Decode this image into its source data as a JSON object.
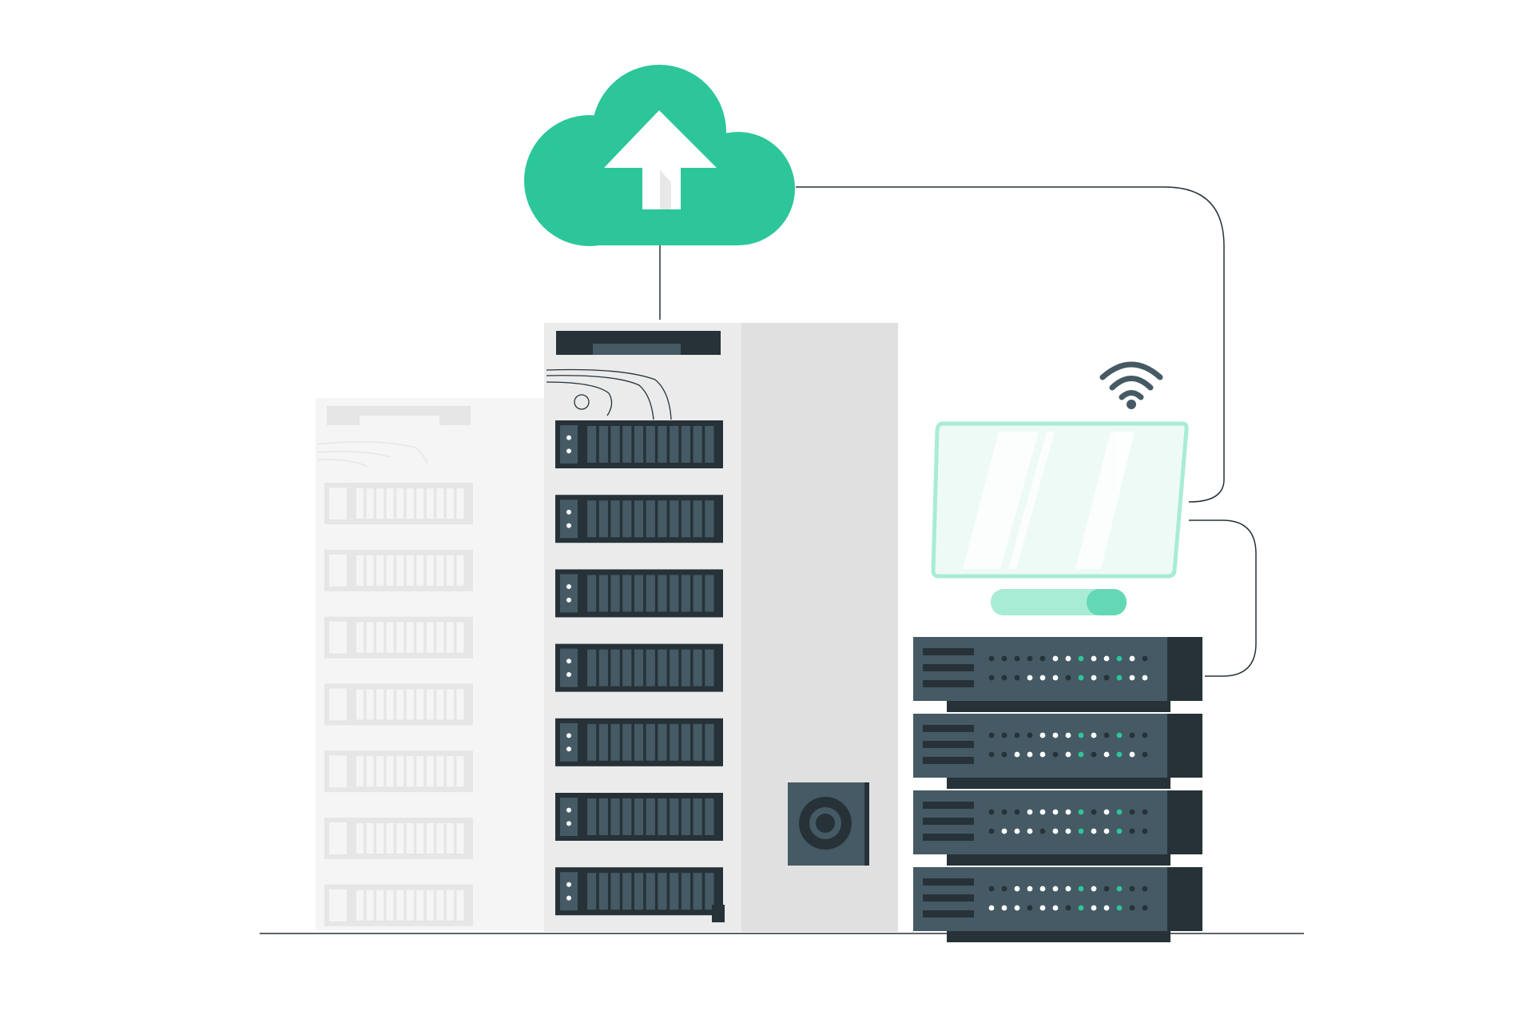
{
  "illustration": {
    "subject": "cloud-upload-server-infrastructure",
    "colors": {
      "accent": "#2cc69a",
      "accent_light": "#a8ecd6",
      "screen_fill": "#eefaf5",
      "dark": "#263238",
      "steel": "#455a64",
      "rack_light": "#ebebeb",
      "rack_shadow": "#e0e0e0",
      "ghost": "#f5f5f5",
      "ghost_slot": "#e6e6e6",
      "line": "#263238",
      "white": "#ffffff"
    },
    "icons": [
      "cloud-upload-icon",
      "wifi-icon",
      "fan-icon"
    ],
    "main_rack_units": 7,
    "ghost_rack_units": 7,
    "stacked_servers": 4
  }
}
